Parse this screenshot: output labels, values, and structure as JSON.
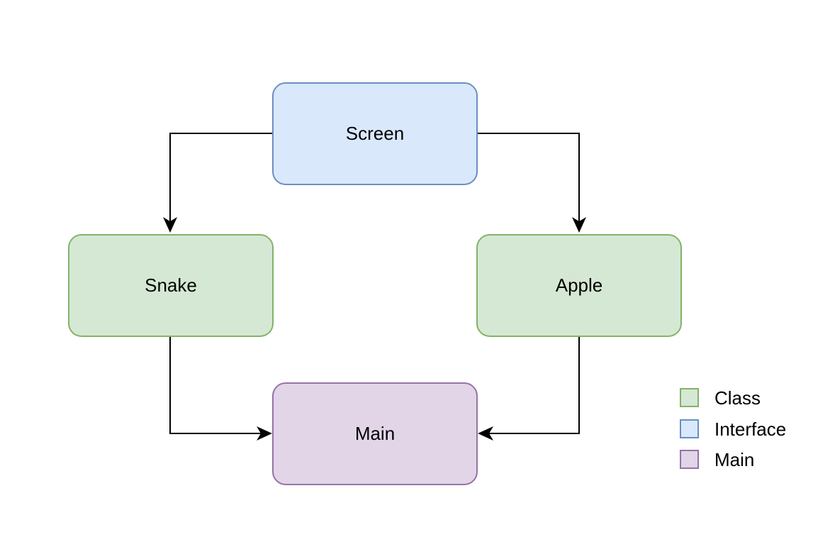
{
  "nodes": {
    "screen": {
      "label": "Screen",
      "kind": "interface"
    },
    "snake": {
      "label": "Snake",
      "kind": "class"
    },
    "apple": {
      "label": "Apple",
      "kind": "class"
    },
    "main": {
      "label": "Main",
      "kind": "main"
    }
  },
  "edges": [
    {
      "from": "screen",
      "to": "snake"
    },
    {
      "from": "screen",
      "to": "apple"
    },
    {
      "from": "snake",
      "to": "main"
    },
    {
      "from": "apple",
      "to": "main"
    }
  ],
  "legend": {
    "items": [
      {
        "label": "Class",
        "kind": "class"
      },
      {
        "label": "Interface",
        "kind": "interface"
      },
      {
        "label": "Main",
        "kind": "main"
      }
    ]
  },
  "colors": {
    "class_fill": "#d5e8d4",
    "class_stroke": "#82b366",
    "interface_fill": "#dae8fc",
    "interface_stroke": "#6c8ebf",
    "main_fill": "#e1d5e7",
    "main_stroke": "#9673a6",
    "edge": "#000000"
  }
}
